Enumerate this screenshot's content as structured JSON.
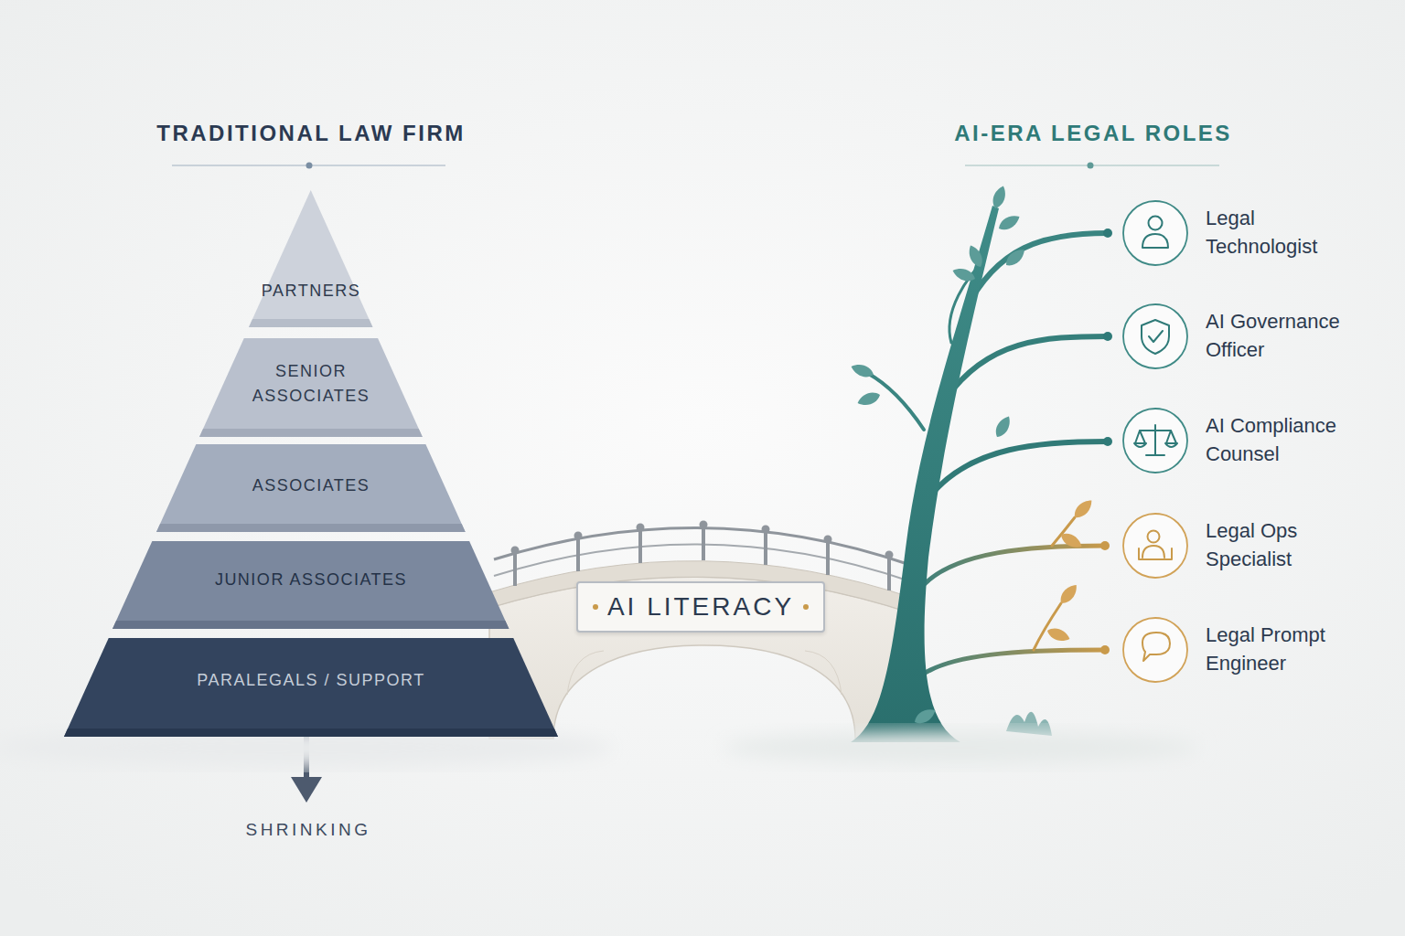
{
  "diagram": {
    "nodes": [
      {
        "text": [
          "PARTNERS"
        ]
      },
      {
        "text": [
          "SENIOR ASSOCIATES"
        ]
      },
      {
        "text": [
          "ASSOCIATES"
        ]
      },
      {
        "text": [
          "JUNIOR ASSOCIATES"
        ]
      },
      {
        "text": [
          "PARALEGALS / SUPPORT"
        ]
      },
      {
        "text": [
          "AI LITERACY"
        ]
      },
      {
        "text": [
          "Legal Technologist"
        ]
      },
      {
        "text": [
          "AI Governance Officer"
        ]
      },
      {
        "text": [
          "AI Compliance Counsel"
        ]
      },
      {
        "text": [
          "Legal Ops Specialist"
        ]
      },
      {
        "text": [
          "Legal Prompt Engineer"
        ]
      }
    ],
    "labels": [
      "TRADITIONAL LAW FIRM",
      "AI-ERA LEGAL ROLES",
      "SHRINKING"
    ]
  }
}
